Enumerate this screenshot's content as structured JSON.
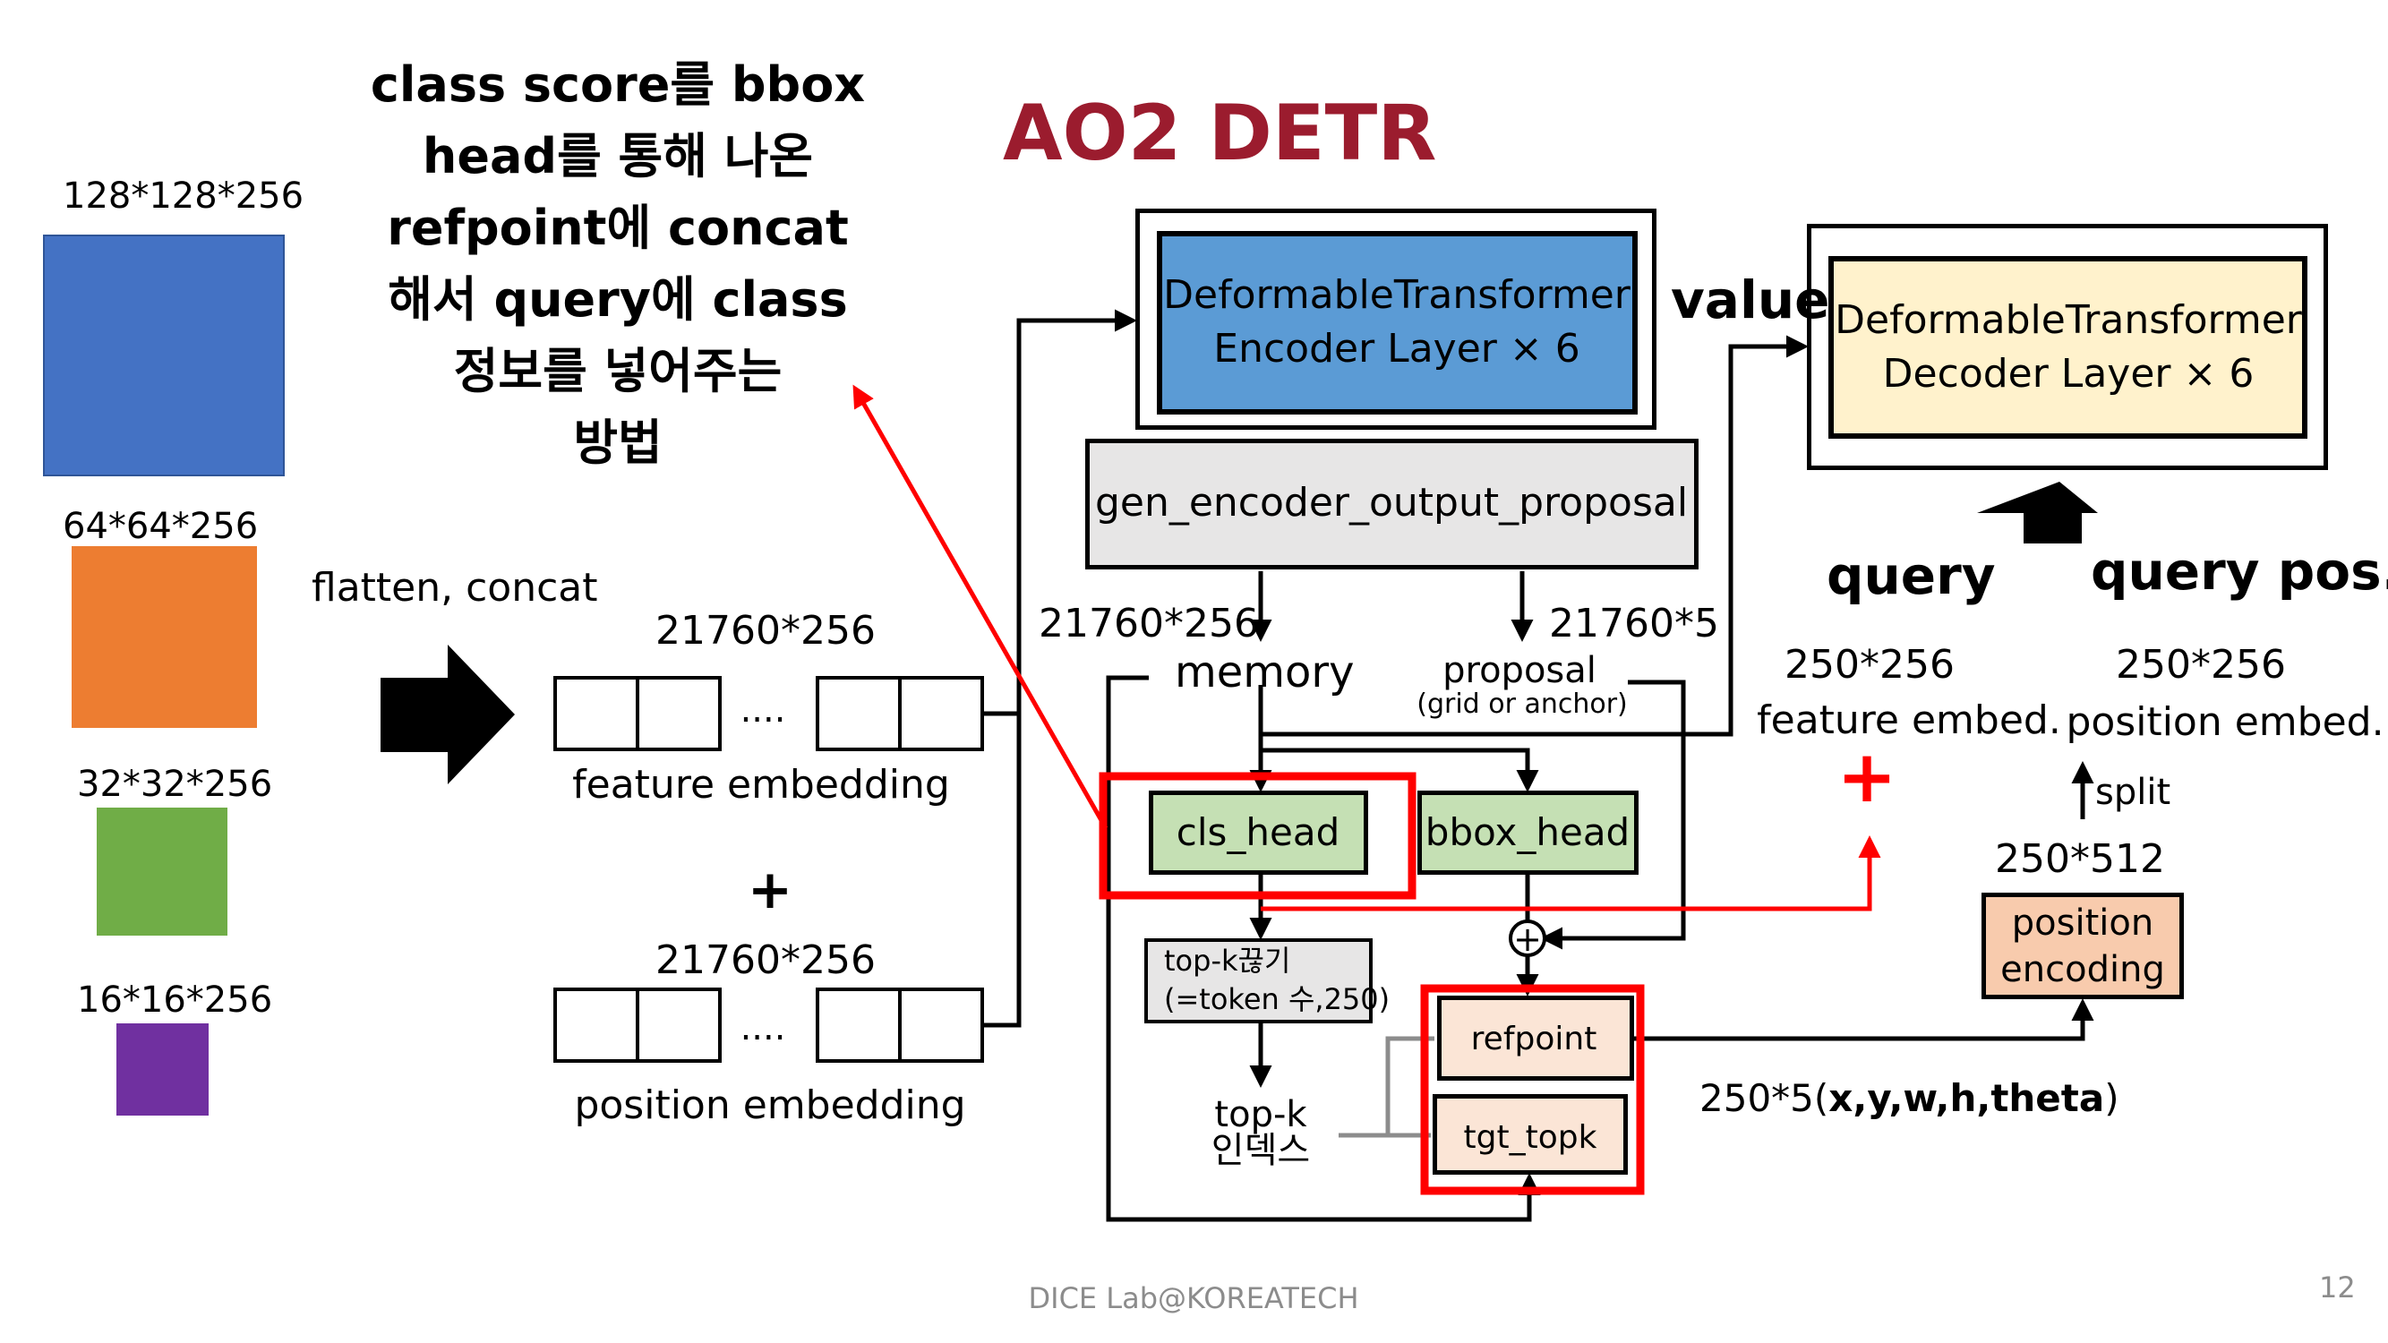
{
  "slide": {
    "title": "AO2 DETR",
    "annotation_lines": [
      "class score를 bbox",
      "head를 통해 나온",
      "refpoint에 concat",
      "해서 query에 class",
      "정보를 넣어주는",
      "방법"
    ],
    "footer": "DICE Lab@KOREATECH",
    "page_number": "12"
  },
  "feature_maps": [
    {
      "label": "128*128*256",
      "color": "#4472c4"
    },
    {
      "label": "64*64*256",
      "color": "#ed7d31"
    },
    {
      "label": "32*32*256",
      "color": "#70ad47"
    },
    {
      "label": "16*16*256",
      "color": "#7030a0"
    }
  ],
  "flatten": {
    "label": "flatten, concat",
    "feature_dims": "21760*256",
    "feature_caption": "feature embedding",
    "dots": "....",
    "plus": "+",
    "position_dims": "21760*256",
    "position_caption": "position embedding"
  },
  "encoder": {
    "line1": "DeformableTransformer",
    "line2": "Encoder Layer × 6",
    "color": "#5b9bd5"
  },
  "decoder": {
    "line1": "DeformableTransformer",
    "line2": "Decoder Layer × 6",
    "color": "#fff2cc"
  },
  "proposal_gen": {
    "label": "gen_encoder_output_proposal"
  },
  "labels": {
    "value": "value",
    "memory_dims": "21760*256",
    "memory": "memory",
    "proposal_dims": "21760*5",
    "proposal": "proposal",
    "proposal_sub": "(grid or anchor)",
    "cls_head": "cls_head",
    "bbox_head": "bbox_head",
    "topk_line1": "top-k끊기",
    "topk_line2": "(=token 수,250)",
    "topk_idx_line1": "top-k",
    "topk_idx_line2": "인덱스",
    "refpoint": "refpoint",
    "tgt_topk": "tgt_topk",
    "coords_prefix": "250*5(",
    "coords_bold": "x,y,w,h,theta",
    "coords_suffix": ")",
    "query": "query",
    "query_pos": "query pos.",
    "feat_dims": "250*256",
    "feat_caption": "feature embed.",
    "pos_dims": "250*256",
    "pos_caption": "position embed.",
    "plus_red": "+",
    "split": "split",
    "pe_dims": "250*512",
    "pe_line1": "position",
    "pe_line2": "encoding",
    "sum": "+"
  },
  "colors": {
    "title": "#9b1c2e",
    "highlight": "#ff0000",
    "head_green": "#c5e0b4",
    "peach": "#fbe5d6",
    "grey_box": "#e7e6e6",
    "pe_box": "#f8cbad"
  }
}
